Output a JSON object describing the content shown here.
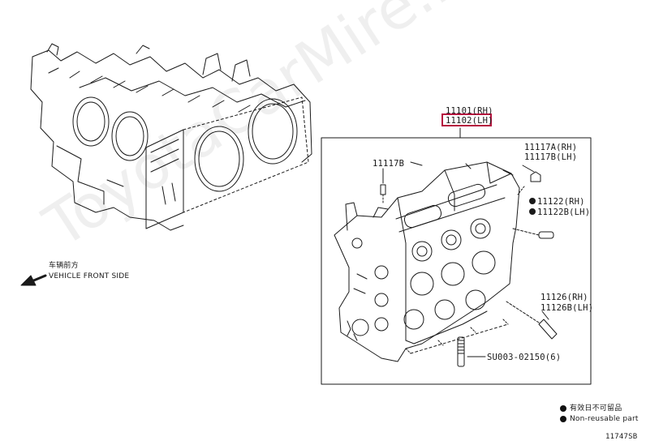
{
  "labels": {
    "part_rh": "11101(RH)",
    "part_lh": "11102(LH)",
    "plug_a_rh": "11117A(RH)",
    "plug_b_lh": "11117B(LH)",
    "plug_b": "11117B",
    "pin_rh": "11122(RH)",
    "pin_lh": "11122B(LH)",
    "stud_rh": "11126(RH)",
    "stud_lh": "11126B(LH)",
    "bolt": "SU003-02150(6)"
  },
  "orientation": {
    "chinese": "车辆前方",
    "english": "VEHICLE FRONT SIDE"
  },
  "legend": {
    "chinese": "有效日不可留品",
    "english": "Non-reusable part"
  },
  "watermark": "ToyotaCarMire.ru",
  "diagram_code": "11747SB",
  "colors": {
    "highlight": "#b5123e",
    "line": "#1a1a1a"
  }
}
